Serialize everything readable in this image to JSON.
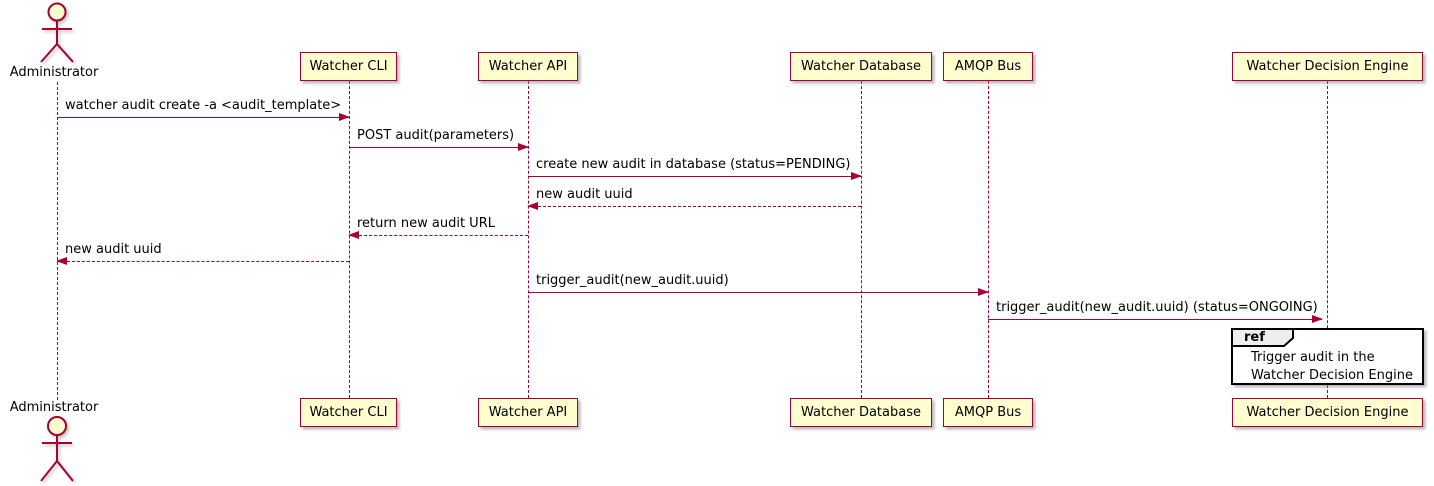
{
  "actor": {
    "label": "Administrator"
  },
  "participants": [
    {
      "label": "Watcher CLI"
    },
    {
      "label": "Watcher API"
    },
    {
      "label": "Watcher Database"
    },
    {
      "label": "AMQP Bus"
    },
    {
      "label": "Watcher Decision Engine"
    }
  ],
  "messages": [
    {
      "label": "watcher audit create -a <audit_template>",
      "from": "Administrator",
      "to": "Watcher CLI",
      "type": "sync"
    },
    {
      "label": "POST audit(parameters)",
      "from": "Watcher CLI",
      "to": "Watcher API",
      "type": "sync"
    },
    {
      "label": "create new audit in database (status=PENDING)",
      "from": "Watcher API",
      "to": "Watcher Database",
      "type": "sync"
    },
    {
      "label": "new audit uuid",
      "from": "Watcher Database",
      "to": "Watcher API",
      "type": "return"
    },
    {
      "label": "return new audit URL",
      "from": "Watcher API",
      "to": "Watcher CLI",
      "type": "return"
    },
    {
      "label": "new audit uuid",
      "from": "Watcher CLI",
      "to": "Administrator",
      "type": "return"
    },
    {
      "label": "trigger_audit(new_audit.uuid)",
      "from": "Watcher API",
      "to": "AMQP Bus",
      "type": "sync"
    },
    {
      "label": "trigger_audit(new_audit.uuid) (status=ONGOING)",
      "from": "AMQP Bus",
      "to": "Watcher Decision Engine",
      "type": "sync"
    }
  ],
  "ref": {
    "keyword": "ref",
    "lines": [
      "Trigger audit in the",
      "Watcher Decision Engine"
    ]
  },
  "colors": {
    "participant_fill": "#FEFECE",
    "border": "#A80036",
    "arrow": "#A80036",
    "text": "#000000",
    "ref_border": "#000000",
    "ref_header_fill": "#EEEEEE",
    "background": "#FFFFFF"
  }
}
